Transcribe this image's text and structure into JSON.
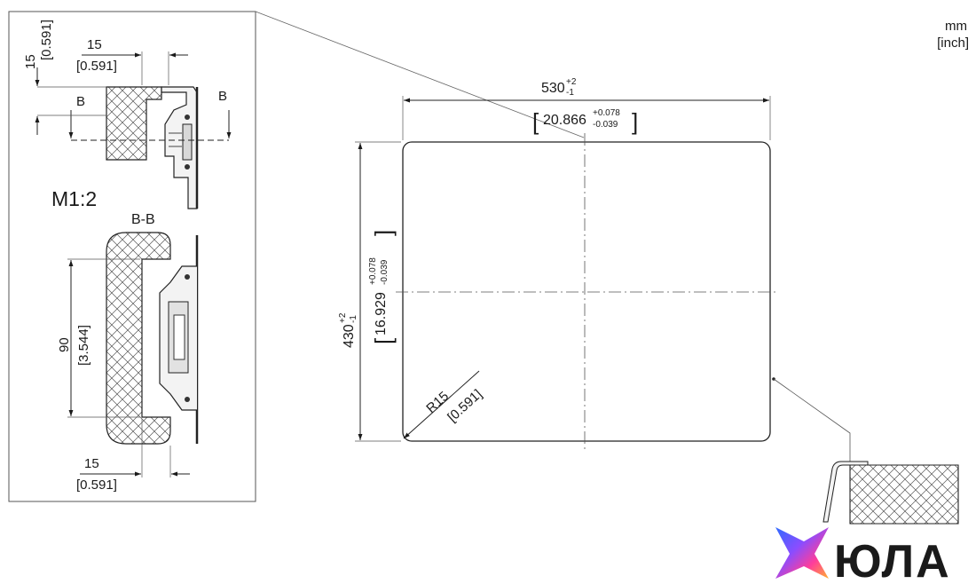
{
  "units": {
    "primary": "mm",
    "secondary": "[inch]"
  },
  "detail": {
    "scale": "M1:2",
    "section_marker": "B",
    "section_title": "B-B",
    "dim_top_vertical_mm": "15",
    "dim_top_vertical_in": "[0.591]",
    "dim_top_horizontal_mm": "15",
    "dim_top_horizontal_in": "[0.591]",
    "dim_height_mm": "90",
    "dim_height_in": "[3.544]",
    "dim_bottom_mm": "15",
    "dim_bottom_in": "[0.591]"
  },
  "cutout": {
    "width_mm": "530",
    "width_tol_mm_plus": "+2",
    "width_tol_mm_minus": "-1",
    "width_in": "20.866",
    "width_tol_in_plus": "+0.078",
    "width_tol_in_minus": "-0.039",
    "height_mm": "430",
    "height_tol_mm_plus": "+2",
    "height_tol_mm_minus": "-1",
    "height_in": "16.929",
    "height_tol_in_plus": "+0.078",
    "height_tol_in_minus": "-0.039",
    "radius_mm": "R15",
    "radius_in": "[0.591]"
  },
  "watermark": {
    "brand_text": "ЮЛА",
    "gradient": [
      "#2f6bff",
      "#8a4dff",
      "#ff3d9a",
      "#ffb02e"
    ]
  }
}
